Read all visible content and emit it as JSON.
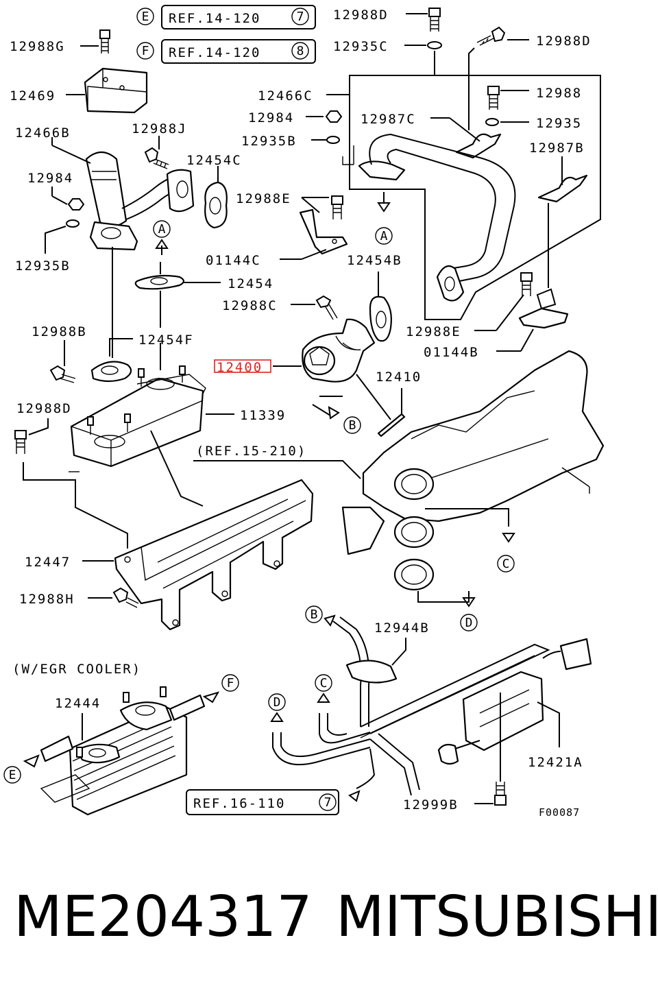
{
  "refs": {
    "e": {
      "letter": "E",
      "text": "REF.14-120",
      "num": "7"
    },
    "f": {
      "letter": "F",
      "text": "REF.14-120",
      "num": "8"
    },
    "ref15": "(REF.15-210)",
    "ref16": {
      "text": "REF.16-110",
      "num": "7"
    }
  },
  "labels": {
    "p12988D_a": "12988D",
    "p12988G": "12988G",
    "p12935C": "12935C",
    "p12988D_b": "12988D",
    "p12469": "12469",
    "p12466C": "12466C",
    "p12988": "12988",
    "p12984_a": "12984",
    "p12987C": "12987C",
    "p12935": "12935",
    "p12466B": "12466B",
    "p12988J": "12988J",
    "p12935B_a": "12935B",
    "p12987B": "12987B",
    "p12454C": "12454C",
    "p12984_b": "12984",
    "p12988E_a": "12988E",
    "p12935B_b": "12935B",
    "p01144C": "01144C",
    "p12454B": "12454B",
    "p12454": "12454",
    "p12988C": "12988C",
    "p12988E_b": "12988E",
    "p12988B": "12988B",
    "p12454F": "12454F",
    "p01144B": "01144B",
    "p12400": "12400",
    "p12410": "12410",
    "p12988D_c": "12988D",
    "p11339": "11339",
    "p12447": "12447",
    "p12988H": "12988H",
    "p12944B": "12944B",
    "egr_cooler": "(W/EGR COOLER)",
    "p12444": "12444",
    "p12421A": "12421A",
    "p12999B": "12999B",
    "fig": "F00087"
  },
  "letters": {
    "a1": "A",
    "a2": "A",
    "b1": "B",
    "b2": "B",
    "c1": "C",
    "c2": "C",
    "d1": "D",
    "d2": "D",
    "e1": "E",
    "f1": "F"
  },
  "caption": {
    "model": "ME204317",
    "brand": "MITSUBISHI"
  },
  "colors": {
    "highlight": "#e02020",
    "ink": "#000000"
  }
}
